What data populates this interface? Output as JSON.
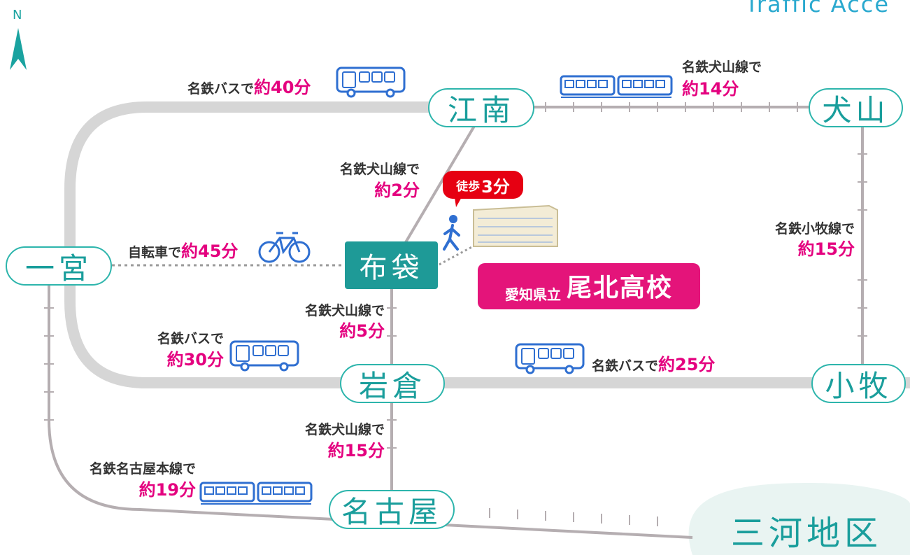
{
  "header_partial": "Traffic Acce",
  "compass": {
    "letter": "N",
    "icon": "north-arrow-icon"
  },
  "stations": {
    "konan": "江南",
    "inuyama": "犬山",
    "ichinomiya": "一宮",
    "hotei": "布袋",
    "iwakura": "岩倉",
    "komaki": "小牧",
    "nagoya": "名古屋",
    "mikawa": "三河地区"
  },
  "school": {
    "prefix": "愛知県立",
    "name": "尾北高校"
  },
  "walk": {
    "label": "徒歩",
    "time": "3分"
  },
  "routes": {
    "ichinomiya_konan": {
      "mode": "名鉄バスで",
      "time": "約40分",
      "icon": "bus-icon"
    },
    "konan_inuyama": {
      "mode": "名鉄犬山線で",
      "time": "約14分",
      "icon": "train-icon"
    },
    "hotei_konan": {
      "mode": "名鉄犬山線で",
      "time": "約2分"
    },
    "ichinomiya_hotei": {
      "mode": "自転車で",
      "time": "約45分",
      "icon": "bicycle-icon"
    },
    "inuyama_komaki": {
      "mode": "名鉄小牧線で",
      "time": "約15分"
    },
    "hotei_iwakura": {
      "mode": "名鉄犬山線で",
      "time": "約5分"
    },
    "ichinomiya_iwakura": {
      "mode": "名鉄バスで",
      "time": "約30分",
      "icon": "bus-icon"
    },
    "iwakura_komaki": {
      "mode": "名鉄バスで",
      "time": "約25分",
      "icon": "bus-icon"
    },
    "iwakura_nagoya": {
      "mode": "名鉄犬山線で",
      "time": "約15分"
    },
    "ichinomiya_nagoya": {
      "mode": "名鉄名古屋本線で",
      "time": "約19分",
      "icon": "train-icon"
    }
  },
  "colors": {
    "road": "#d6d6d6",
    "rail": "#b5aeb1",
    "station_border": "#2db5ac",
    "station_text": "#1a9e9c",
    "hub": "#1e9a97",
    "time": "#e4007f",
    "school": "#e4147a",
    "walk_bubble": "#e60012",
    "vehicle": "#2f6fd1",
    "mikawa_region": "#e9f4f2"
  }
}
